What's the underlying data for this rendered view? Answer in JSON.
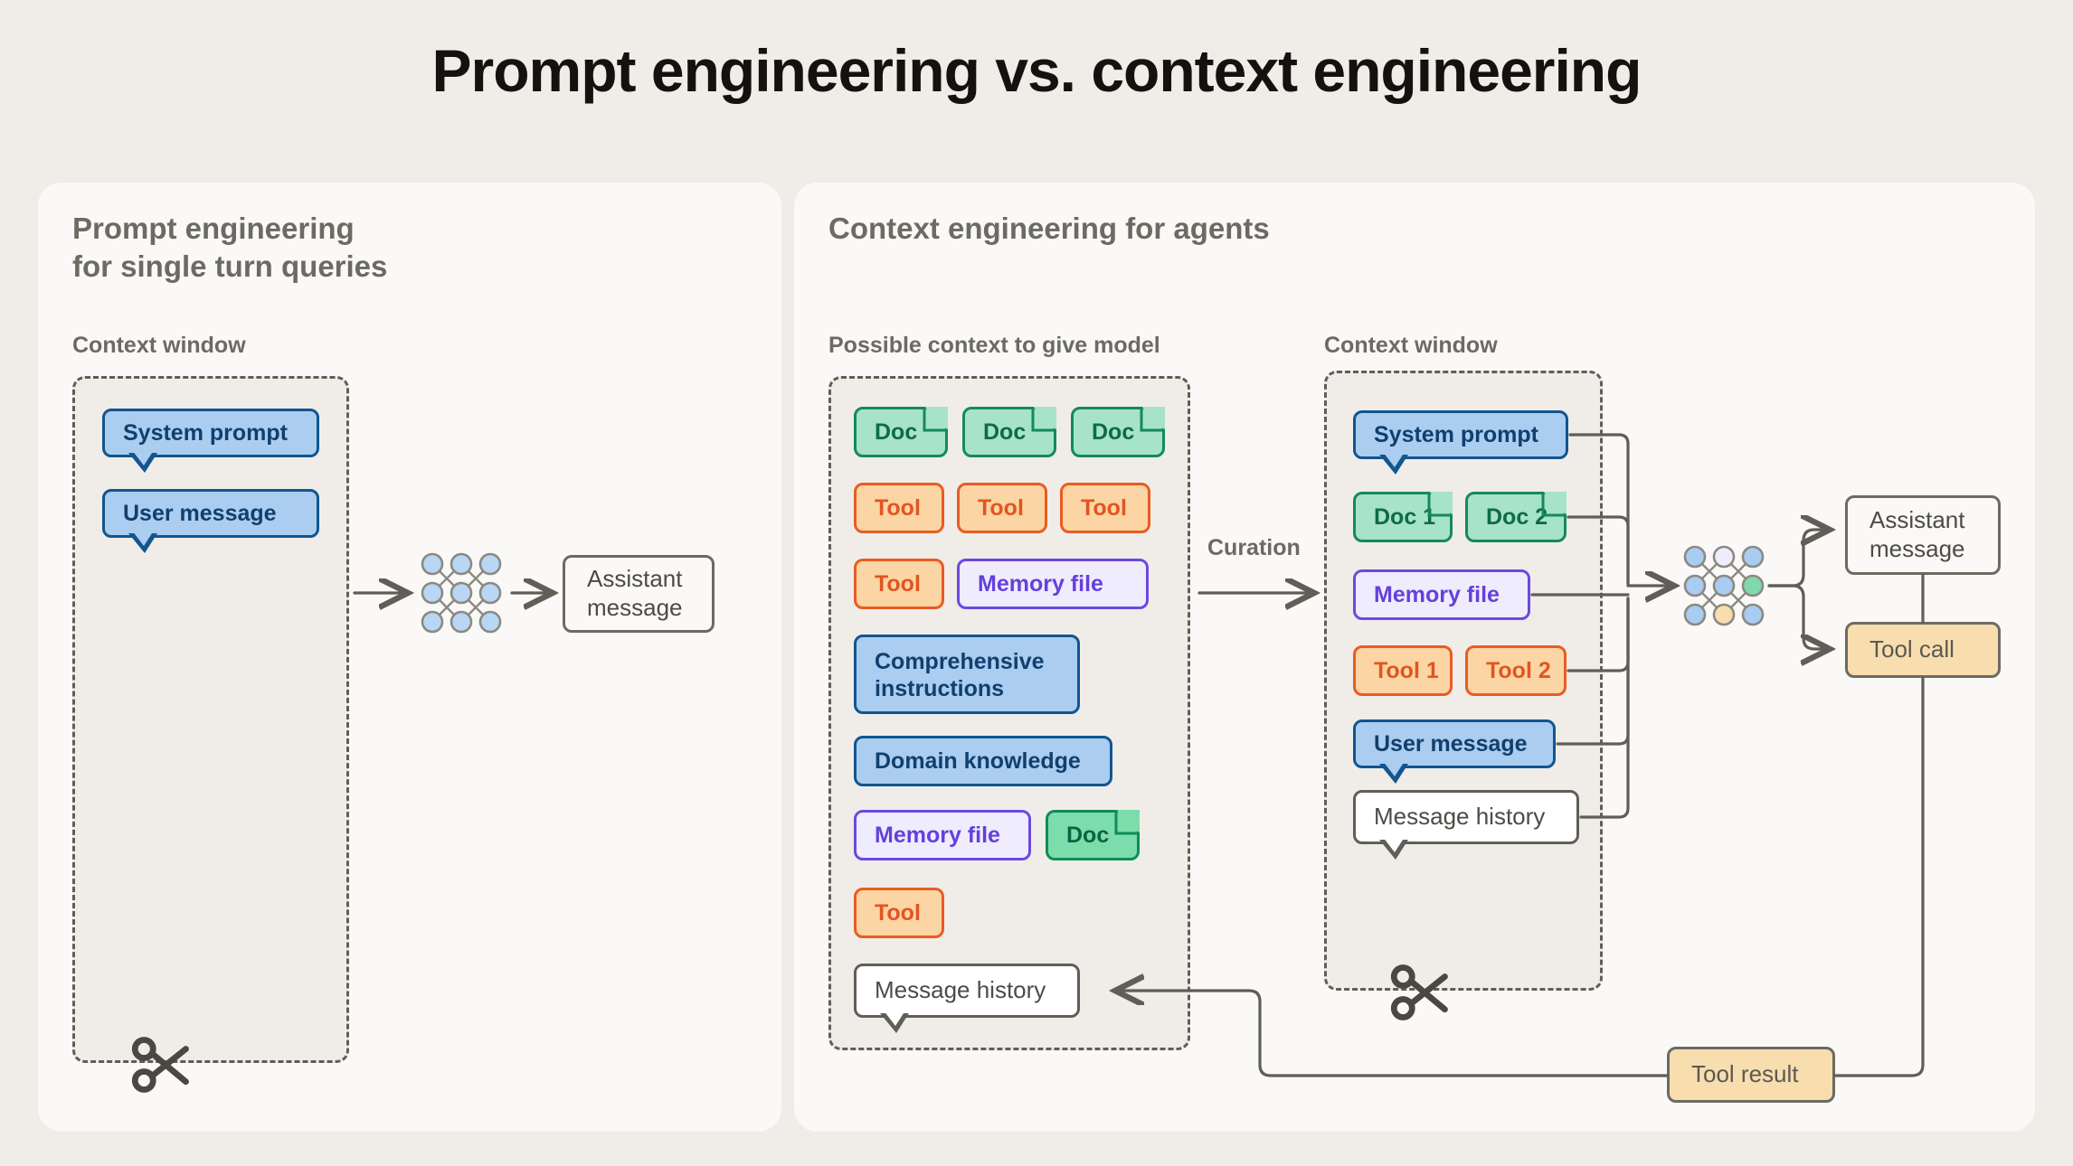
{
  "title": "Prompt engineering vs. context engineering",
  "colors": {
    "page_bg": "#f0ede8",
    "card_bg": "#faf9f7",
    "blue": "#aacdf0",
    "blue_border": "#12558f",
    "green": "#a7e3c8",
    "green_border": "#148a5a",
    "orange": "#fbd5a3",
    "orange_border": "#e85c22",
    "purple": "#efecfd",
    "purple_border": "#6d48e0",
    "tan": "#f8ddae",
    "stroke": "#5f5e57",
    "muted_text": "#6b6a63"
  },
  "left_panel": {
    "title": "Prompt engineering\nfor single turn queries",
    "context_window_label": "Context window",
    "items": [
      {
        "label": "System prompt",
        "kind": "blue-bubble"
      },
      {
        "label": "User message",
        "kind": "blue-bubble"
      }
    ],
    "model_icon": "neural-network-icon",
    "output": {
      "label": "Assistant\nmessage",
      "kind": "white-box"
    },
    "trim_icon": "scissors-icon"
  },
  "right_panel": {
    "title": "Context engineering for agents",
    "possible_context_label": "Possible context to give model",
    "context_window_label": "Context window",
    "curation_label": "Curation",
    "possible_items": [
      {
        "label": "Doc",
        "kind": "doc"
      },
      {
        "label": "Doc",
        "kind": "doc"
      },
      {
        "label": "Doc",
        "kind": "doc"
      },
      {
        "label": "Tool",
        "kind": "tool"
      },
      {
        "label": "Tool",
        "kind": "tool"
      },
      {
        "label": "Tool",
        "kind": "tool"
      },
      {
        "label": "Tool",
        "kind": "tool"
      },
      {
        "label": "Memory file",
        "kind": "memory"
      },
      {
        "label": "Comprehensive\ninstructions",
        "kind": "blue-box"
      },
      {
        "label": "Domain knowledge",
        "kind": "blue-box"
      },
      {
        "label": "Memory file",
        "kind": "memory"
      },
      {
        "label": "Doc",
        "kind": "doc-dark"
      },
      {
        "label": "Tool",
        "kind": "tool"
      },
      {
        "label": "Message history",
        "kind": "white-bubble"
      }
    ],
    "context_items": [
      {
        "label": "System prompt",
        "kind": "blue-bubble"
      },
      {
        "label": "Doc 1",
        "kind": "doc"
      },
      {
        "label": "Doc 2",
        "kind": "doc"
      },
      {
        "label": "Memory file",
        "kind": "memory"
      },
      {
        "label": "Tool 1",
        "kind": "tool"
      },
      {
        "label": "Tool 2",
        "kind": "tool"
      },
      {
        "label": "User message",
        "kind": "blue-bubble"
      },
      {
        "label": "Message history",
        "kind": "white-bubble"
      }
    ],
    "model_icon": "neural-network-icon",
    "outputs": [
      {
        "label": "Assistant\nmessage",
        "kind": "white-box"
      },
      {
        "label": "Tool call",
        "kind": "tan-box"
      }
    ],
    "feedback": {
      "label": "Tool result",
      "kind": "tan-box"
    },
    "trim_icon": "scissors-icon"
  }
}
